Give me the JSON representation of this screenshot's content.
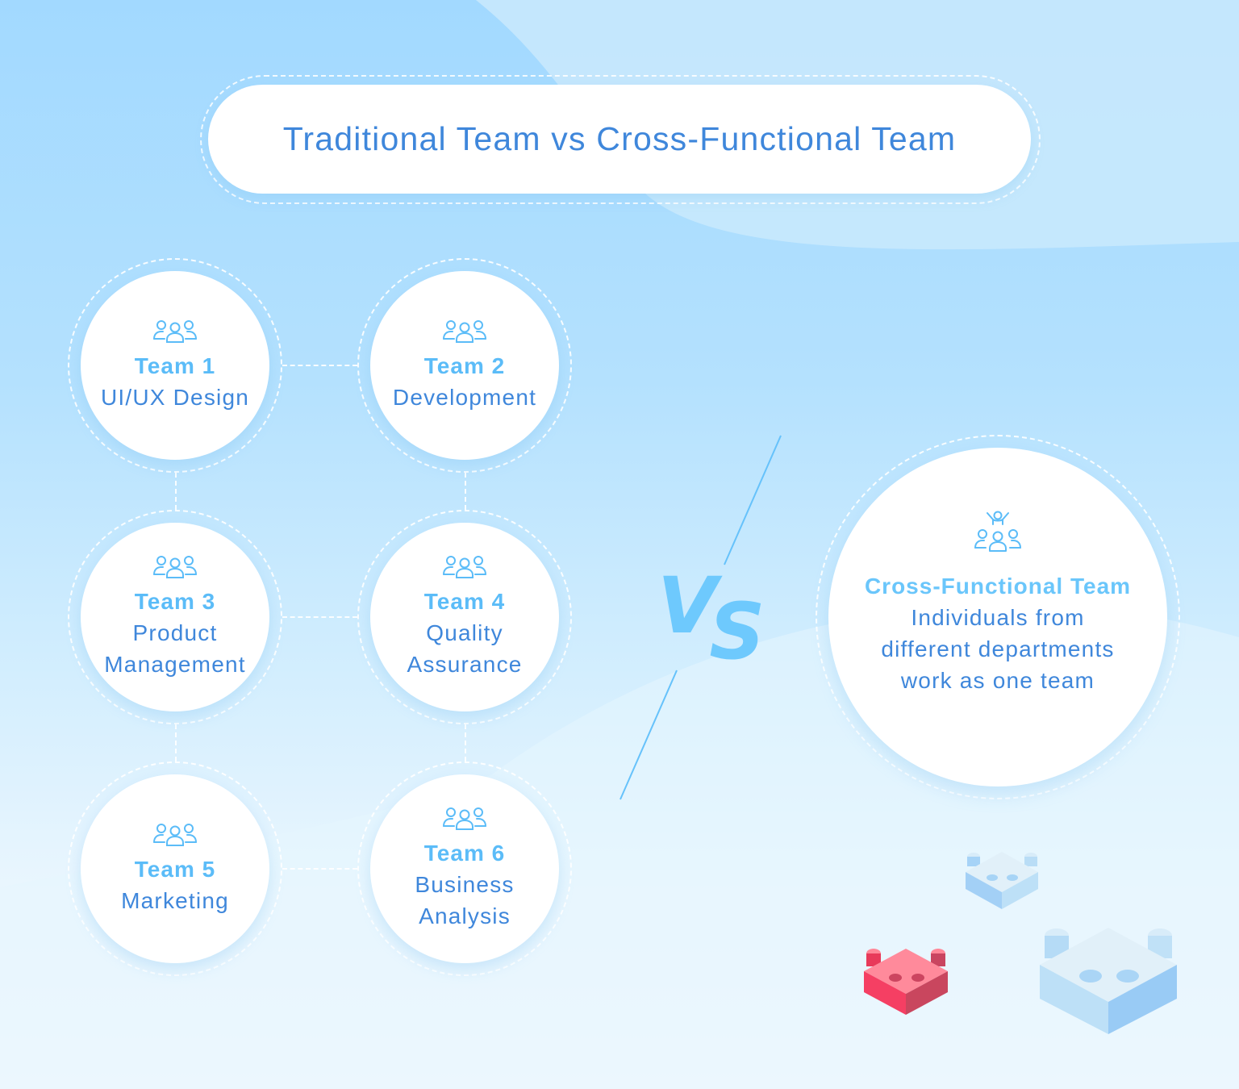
{
  "title": "Traditional Team vs Cross-Functional Team",
  "traditional": {
    "teams": [
      {
        "label": "Team 1",
        "desc_lines": [
          "UI/UX Design"
        ],
        "icon": "group-icon"
      },
      {
        "label": "Team 2",
        "desc_lines": [
          "Development"
        ],
        "icon": "group-icon"
      },
      {
        "label": "Team 3",
        "desc_lines": [
          "Product",
          "Management"
        ],
        "icon": "group-icon"
      },
      {
        "label": "Team 4",
        "desc_lines": [
          "Quality",
          "Assurance"
        ],
        "icon": "group-icon"
      },
      {
        "label": "Team 5",
        "desc_lines": [
          "Marketing"
        ],
        "icon": "group-icon"
      },
      {
        "label": "Team 6",
        "desc_lines": [
          "Business",
          "Analysis"
        ],
        "icon": "group-icon"
      }
    ]
  },
  "versus": {
    "v": "V",
    "s": "S"
  },
  "cross_functional": {
    "label": "Cross-Functional Team",
    "desc_lines": [
      "Individuals from",
      "different departments",
      "work as one team"
    ],
    "icon": "celebrating-team-icon"
  },
  "decorations": {
    "puzzle_pieces": [
      {
        "name": "small-blue-puzzle-piece",
        "color": "#a6d3f7"
      },
      {
        "name": "red-puzzle-piece",
        "color": "#f9506f"
      },
      {
        "name": "large-blue-puzzle-piece",
        "color": "#a6d3f7"
      }
    ]
  },
  "colors": {
    "title_text": "#3f87db",
    "team_label": "#5bbcf8",
    "team_desc": "#3f87db",
    "vs": "#6ec9fd",
    "background_top": "#a2d9ff",
    "background_bottom": "#f3f9ff"
  }
}
